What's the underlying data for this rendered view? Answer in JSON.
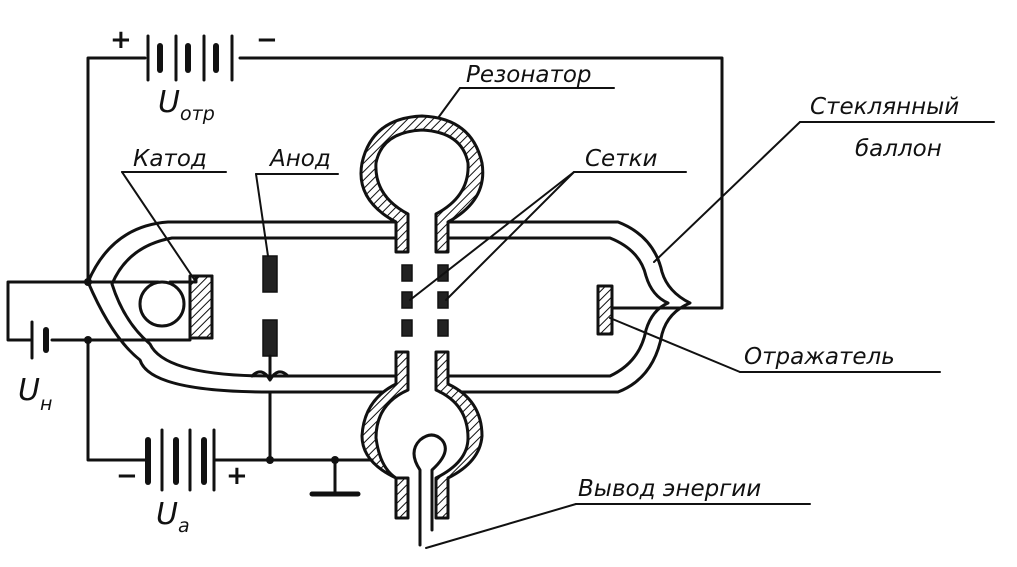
{
  "labels": {
    "resonator": "Резонатор",
    "cathode": "Катод",
    "anode": "Анод",
    "grids": "Сетки",
    "glass_line1": "Стеклянный",
    "glass_line2": "баллон",
    "reflector": "Отражатель",
    "energy_output": "Вывод энергии"
  },
  "voltages": {
    "reflector": {
      "symbol": "U",
      "sub": "отр"
    },
    "heater": {
      "symbol": "U",
      "sub": "н"
    },
    "anode": {
      "symbol": "U",
      "sub": "а"
    }
  },
  "polarity": {
    "reflector_plus": "+",
    "reflector_minus": "−",
    "anode_minus": "−",
    "anode_plus": "+"
  }
}
